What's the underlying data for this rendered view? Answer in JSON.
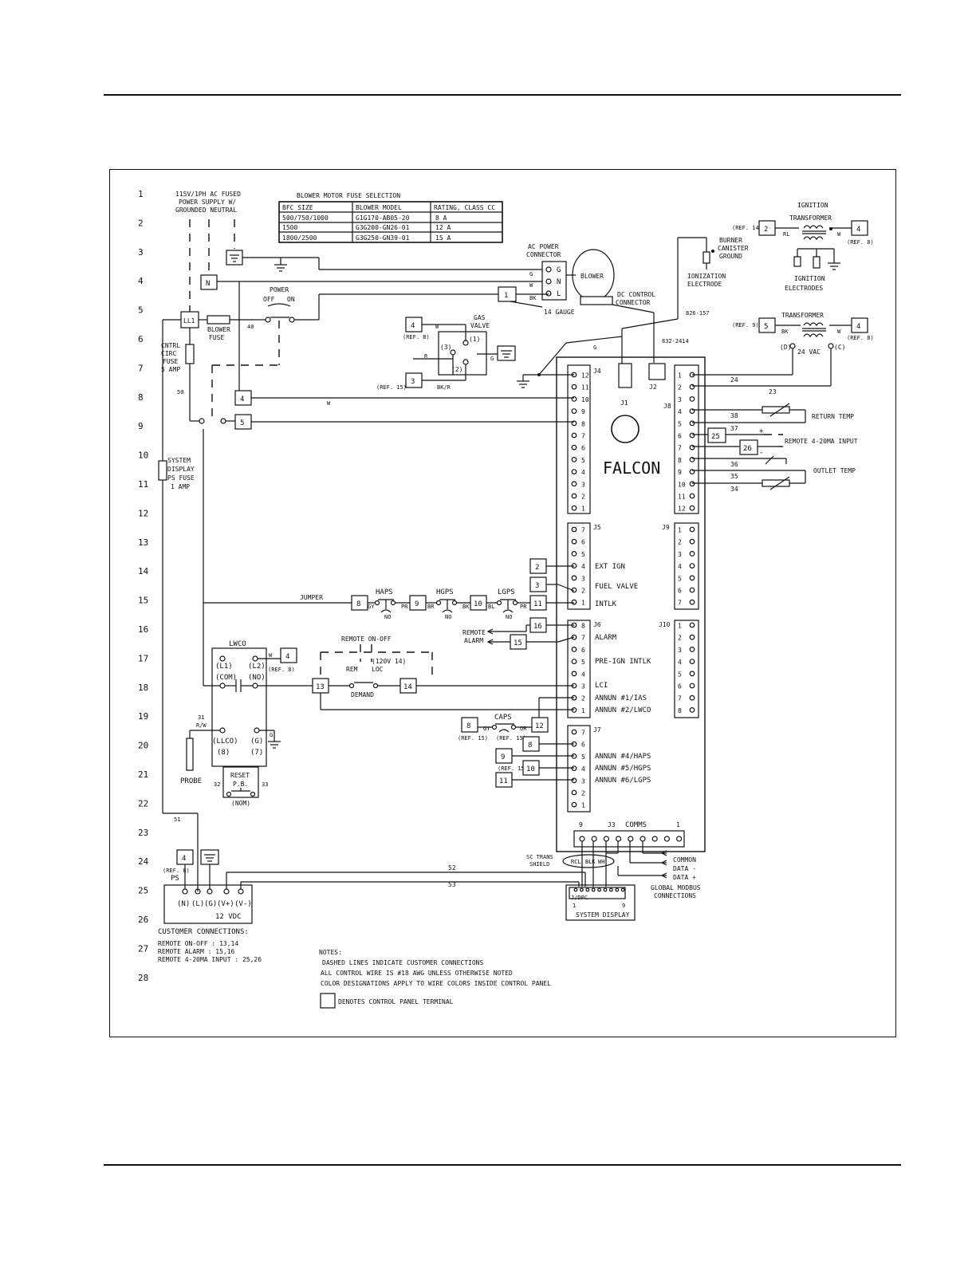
{
  "rows": [
    "1",
    "2",
    "3",
    "4",
    "5",
    "6",
    "7",
    "8",
    "9",
    "10",
    "11",
    "12",
    "13",
    "14",
    "15",
    "16",
    "17",
    "18",
    "19",
    "20",
    "21",
    "22",
    "23",
    "24",
    "25",
    "26",
    "27",
    "28"
  ],
  "supply_note": [
    "115V/1PH AC FUSED",
    "POWER SUPPLY W/",
    "GROUNDED NEUTRAL"
  ],
  "fuse_table": {
    "title": "BLOWER MOTOR FUSE SELECTION",
    "headers": [
      "BFC SIZE",
      "BLOWER MODEL",
      "RATING, CLASS CC"
    ],
    "rows": [
      [
        "500/750/1000",
        "G1G170-AB05-20",
        "8 A"
      ],
      [
        "1500",
        "G3G200-GN26-01",
        "12 A"
      ],
      [
        "1800/2500",
        "G3G250-GN39-01",
        "15 A"
      ]
    ]
  },
  "labels": {
    "ac_power_connector": [
      "AC POWER",
      "CONNECTOR"
    ],
    "blower": "BLOWER",
    "dc_control_connector": [
      "DC CONTROL",
      "CONNECTOR"
    ],
    "gauge": "14 GAUGE",
    "power": "POWER",
    "off": "OFF",
    "on": "ON",
    "blower_fuse": [
      "BLOWER",
      "FUSE"
    ],
    "cntrl_circ_fuse": [
      "CNTRL",
      "CIRC",
      "FUSE",
      "5 AMP"
    ],
    "gas_valve": [
      "GAS",
      "VALVE"
    ],
    "burner_canister_ground": [
      "BURNER",
      "CANISTER",
      "GROUND"
    ],
    "ionization_electrode": [
      "IONIZATION",
      "ELECTRODE"
    ],
    "ignition_transformer": [
      "IGNITION",
      "TRANSFORMER"
    ],
    "ignition_electrodes": [
      "IGNITION",
      "ELECTRODES"
    ],
    "transformer": "TRANSFORMER",
    "vac": "24 VAC",
    "falcon": "FALCON",
    "system_display_ps_fuse": [
      "SYSTEM",
      "DISPLAY",
      "PS FUSE",
      "1 AMP"
    ],
    "jumper": "JUMPER",
    "haps": "HAPS",
    "hgps": "HGPS",
    "lgps": "LGPS",
    "caps": "CAPS",
    "lwco": "LWCO",
    "remote_on_off": "REMOTE ON-OFF",
    "v120": "(120V 14)",
    "rem": "REM",
    "loc": "LOC",
    "demand": "DEMAND",
    "remote_alarm": [
      "REMOTE",
      "ALARM"
    ],
    "probe": "PROBE",
    "reset": [
      "RESET",
      "P.B."
    ],
    "nom": "(NOM)",
    "ps": "PS",
    "vdc": "12 VDC",
    "shield": [
      "SC TRANS",
      "SHIELD"
    ],
    "system_display": "SYSTEM DISPLAY",
    "comms": "COMMS",
    "common": "COMMON",
    "data_minus": "DATA -",
    "data_plus": "DATA +",
    "global_modbus": [
      "GLOBAL MODBUS",
      "CONNECTIONS"
    ],
    "return_temp": "RETURN TEMP",
    "remote_4_20": "REMOTE 4-20MA INPUT",
    "outlet_temp": "OUTLET TEMP",
    "wire_826": "826-157",
    "wire_832": "832-2414"
  },
  "j6_labels": [
    "ALARM",
    "PRE-IGN INTLK",
    "LCI",
    "ANNUN #1/IAS",
    "ANNUN #2/LWCO"
  ],
  "j5_labels": [
    "EXT IGN",
    "FUEL VALVE",
    "INTLK"
  ],
  "j7_labels": [
    "ANNUN #4/HAPS",
    "ANNUN #5/HGPS",
    "ANNUN #6/LGPS"
  ],
  "customer_connections": {
    "title": "CUSTOMER CONNECTIONS:",
    "lines": [
      "REMOTE ON-OFF : 13,14",
      "REMOTE ALARM : 15,16",
      "REMOTE 4-20MA INPUT : 25,26"
    ]
  },
  "notes": {
    "title": "NOTES:",
    "lines": [
      "DASHED LINES INDICATE CUSTOMER CONNECTIONS",
      "ALL CONTROL WIRE IS #18 AWG UNLESS OTHERWISE NOTED",
      "COLOR DESIGNATIONS APPLY TO WIRE COLORS INSIDE CONTROL PANEL"
    ],
    "legend": "DENOTES CONTROL PANEL TERMINAL"
  }
}
